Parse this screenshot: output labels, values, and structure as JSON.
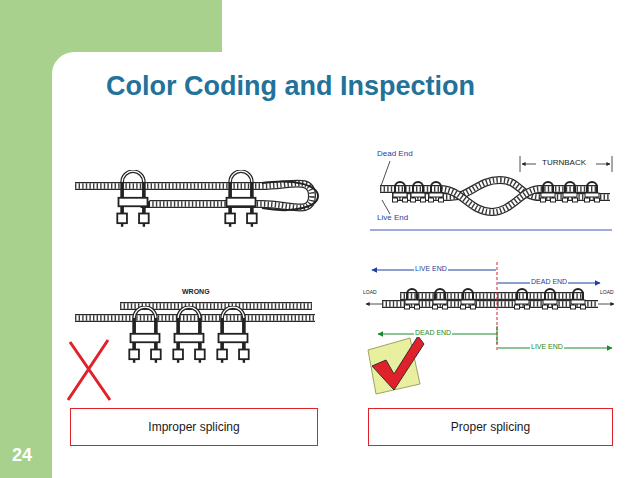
{
  "diagram": {
    "title": "Color Coding and Inspection",
    "nodes": [
      {
        "text": [
          "Improper splicing"
        ]
      },
      {
        "text": [
          "Proper splicing"
        ]
      }
    ],
    "labels": [
      "WRONG",
      "Dead End",
      "Live End",
      "TURNBACK",
      "LIVE END",
      "LOAD",
      "DEAD END",
      "LOAD",
      "DEAD END",
      "LIVE END",
      "24"
    ]
  }
}
